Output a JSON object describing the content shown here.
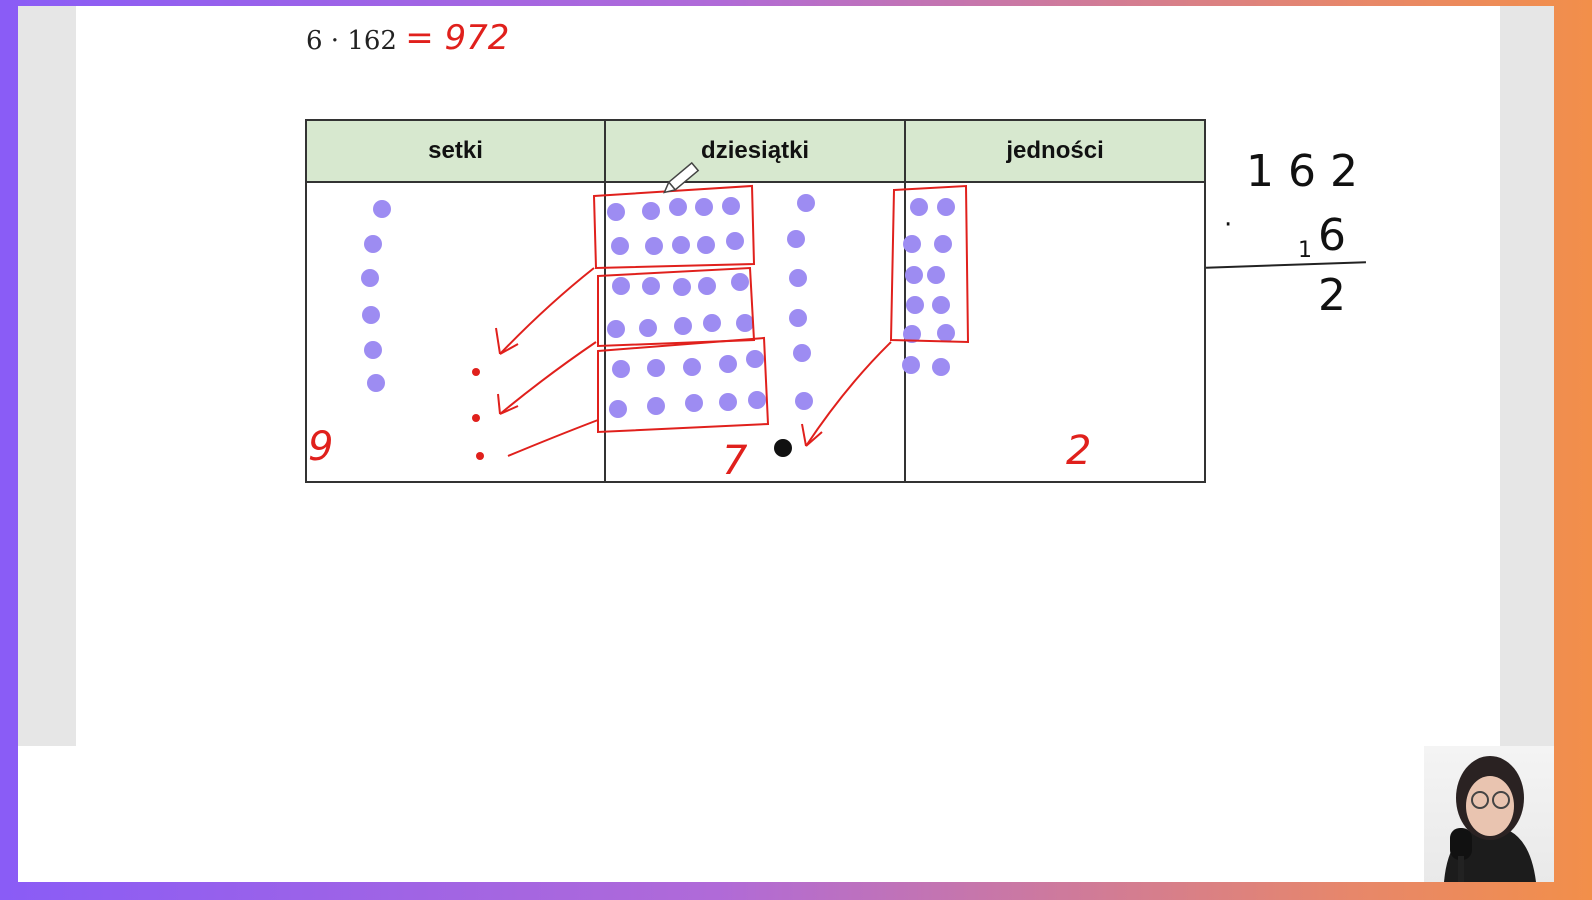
{
  "equation": {
    "expression": "6 · 162",
    "handwritten_result": "= 972"
  },
  "table": {
    "headers": [
      "setki",
      "dziesiątki",
      "jedności"
    ],
    "header_color": "#d7e8cf"
  },
  "annotations": {
    "hundreds_digit": "9",
    "tens_digit": "7",
    "ones_digit": "2"
  },
  "written_multiplication": {
    "top": "162",
    "multiplier": "6",
    "operator": "·",
    "carry": "1",
    "partial_result": "2"
  },
  "colors": {
    "dot": "#9d8cf2",
    "ink_red": "#e0201c",
    "ink_black": "#111111",
    "frame_gradient": [
      "#8a5cf6",
      "#f28f4a"
    ]
  },
  "icons": {
    "pencil": "pencil-cursor-icon",
    "webcam": "presenter-webcam"
  }
}
